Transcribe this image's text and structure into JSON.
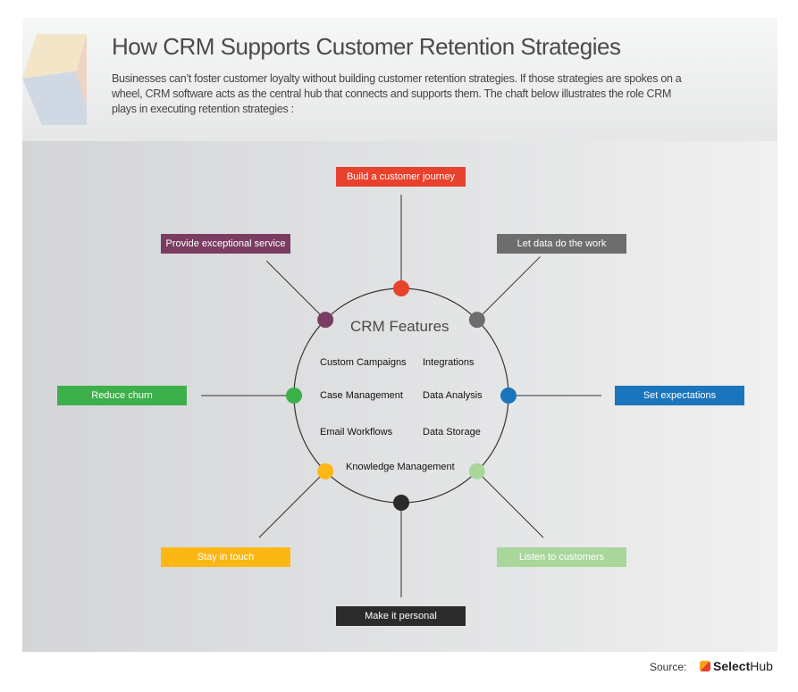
{
  "header": {
    "title": "How CRM Supports Customer Retention Strategies",
    "intro": "Businesses can’t foster customer loyalty without building customer retention strategies. If those strategies are spokes on a wheel, CRM software acts as the central hub that connects and supports them. The chaft below illustrates the role CRM plays in executing retention strategies :"
  },
  "hub": {
    "title": "CRM Features",
    "features": [
      "Custom Campaigns",
      "Integrations",
      "Case Management",
      "Data Analysis",
      "Email Workflows",
      "Data Storage",
      "Knowledge Management"
    ]
  },
  "strategies": [
    {
      "label": "Build a customer journey",
      "color": "#e8412c"
    },
    {
      "label": "Let data do the work",
      "color": "#6d6d6d"
    },
    {
      "label": "Set expectations",
      "color": "#1b75bc"
    },
    {
      "label": "Listen to customers",
      "color": "#a9d69b"
    },
    {
      "label": "Make it personal",
      "color": "#2b2b2b"
    },
    {
      "label": "Stay in touch",
      "color": "#fdb714"
    },
    {
      "label": "Reduce churn",
      "color": "#3cb04a"
    },
    {
      "label": "Provide exceptional service",
      "color": "#7b3c63"
    }
  ],
  "footer": {
    "source_label": "Source:",
    "brand_a": "Select",
    "brand_b": "Hub"
  }
}
